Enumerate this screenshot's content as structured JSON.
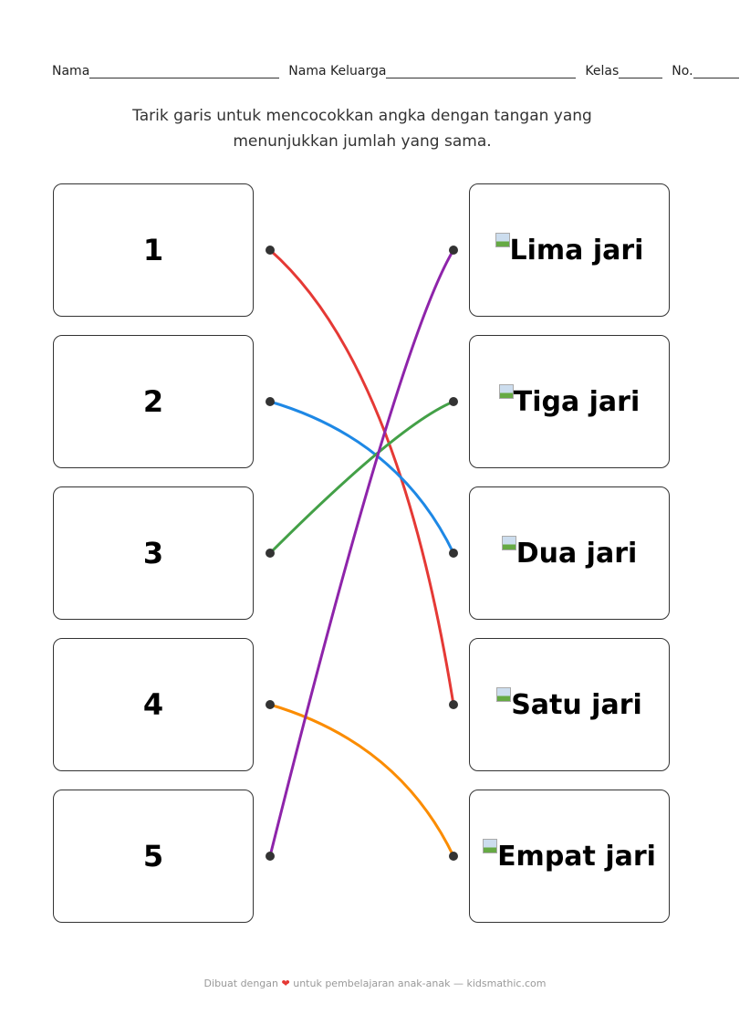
{
  "header": {
    "name_label": "Nama",
    "family_label": "Nama Keluarga",
    "class_label": "Kelas",
    "number_label": "No."
  },
  "instruction": "Tarik garis untuk mencocokkan angka dengan tangan yang menunjukkan jumlah yang sama.",
  "left_items": [
    "1",
    "2",
    "3",
    "4",
    "5"
  ],
  "right_items": [
    "Lima jari",
    "Tiga jari",
    "Dua jari",
    "Satu jari",
    "Empat jari"
  ],
  "connections": [
    {
      "from": 0,
      "to": 3,
      "color": "#e53935"
    },
    {
      "from": 1,
      "to": 2,
      "color": "#1e88e5"
    },
    {
      "from": 2,
      "to": 1,
      "color": "#43a047"
    },
    {
      "from": 3,
      "to": 4,
      "color": "#fb8c00"
    },
    {
      "from": 4,
      "to": 0,
      "color": "#8e24aa"
    }
  ],
  "footer": {
    "text_before": "Dibuat dengan",
    "heart": "❤",
    "text_after": "untuk pembelajaran anak-anak — kidsmathic.com"
  }
}
